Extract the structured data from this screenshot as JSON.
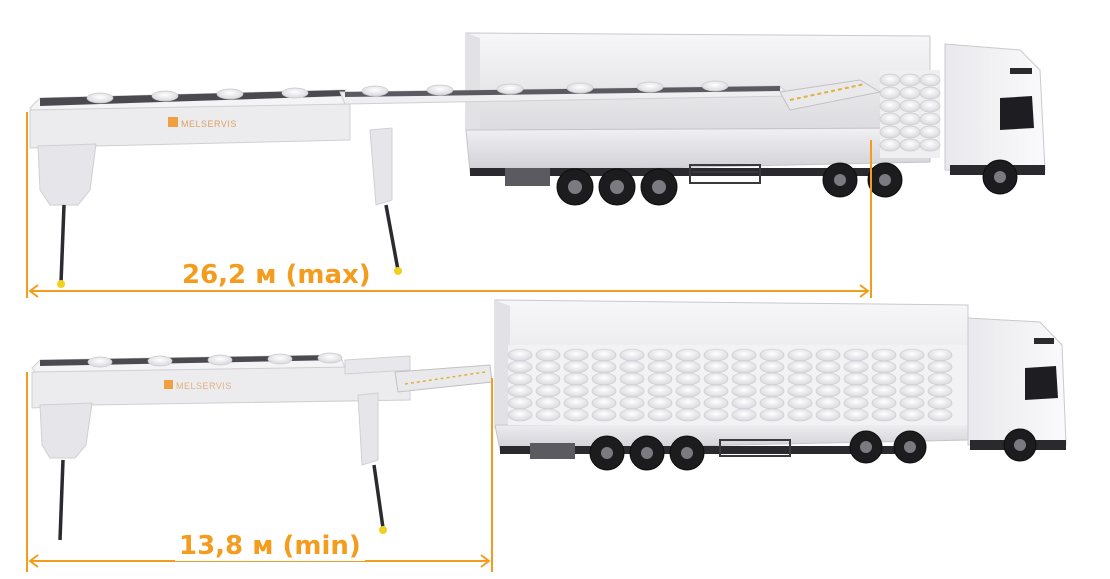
{
  "dimension_max": "26,2 м (max)",
  "dimension_min": "13,8 м (min)",
  "brand": "MELSERVIS",
  "colors": {
    "accent": "#f39c1d",
    "truck_body": "#f2f2f4",
    "conveyor": "#ebebee",
    "wheels": "#1c1c1e"
  }
}
